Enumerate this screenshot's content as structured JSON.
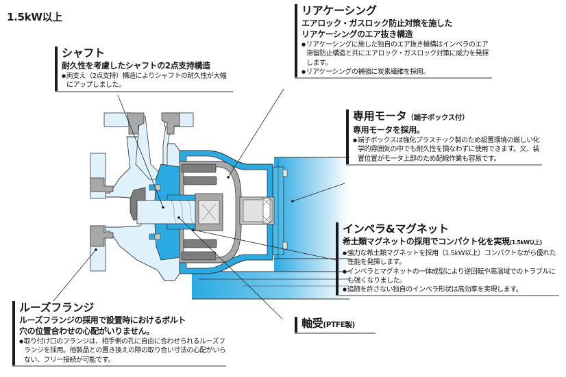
{
  "page": {
    "title": "1.5kW以上"
  },
  "colors": {
    "accent_blue": "#2aaae2",
    "light_blue": "#dff1fb",
    "gray_dark": "#7d7d7d",
    "gray_mid": "#a8a8a8",
    "gray_light": "#d4d4d4",
    "outline": "#333333",
    "leader": "#222222"
  },
  "callouts": {
    "shaft": {
      "title": "シャフト",
      "heading": "耐久性を考慮したシャフトの2点支持構造",
      "items": [
        "両支え（2点支持）構造によりシャフトの耐久性が大幅にアップしました。"
      ]
    },
    "rear_casing": {
      "title": "リアケーシング",
      "heading_lines": [
        "エアロック・ガスロック防止対策を施した",
        "リアケーシングのエア抜き構造"
      ],
      "items": [
        "リアケーシングに施した独自のエア抜き機構はインペラのエア滞留防止構造と共にエアロック・ガスロック対策に威力を発揮します。",
        "リアケーシングの補強に炭素繊維を採用。"
      ]
    },
    "motor": {
      "title": "専用モータ",
      "title_note": "（端子ボックス付）",
      "heading": "専用モータを採用。",
      "items": [
        "端子ボックスは強化プラスチック製のため設置環境の厳しい化学的雰囲気の中でも耐久性を損なわずに使用できます。又、装置位置がモータ上部のため配線作業も容易です。"
      ]
    },
    "impeller_magnet": {
      "title": "インペラ&マグネット",
      "heading": "希土類マグネットの採用でコンパクト化を実現",
      "heading_note": "(1.5kW以上)",
      "items": [
        "強力な希土類マグネットを採用（1.5kW以上）コンパクトながら優れた性能を発揮します。",
        "インペラとマグネットの一体成型により逆回転や高温域でのトラブルにも強くなりました。",
        "追随を許さない独自のインペラ形状は高効率を実現します。"
      ]
    },
    "loose_flange": {
      "title": "ルーズフランジ",
      "heading_lines": [
        "ルーズフランジの採用で設置時におけるボルト",
        "穴の位置合わせの心配がいりません。"
      ],
      "items": [
        "取り付け口のフランジは、相手側の孔に自由に合わせられるルーズフランジを採用。他製品との置き換えの際の取り合い寸法の心配がいらない、フリー接続が可能です。"
      ]
    },
    "bearing": {
      "title": "軸受",
      "title_note": "(PTFE製)"
    }
  }
}
